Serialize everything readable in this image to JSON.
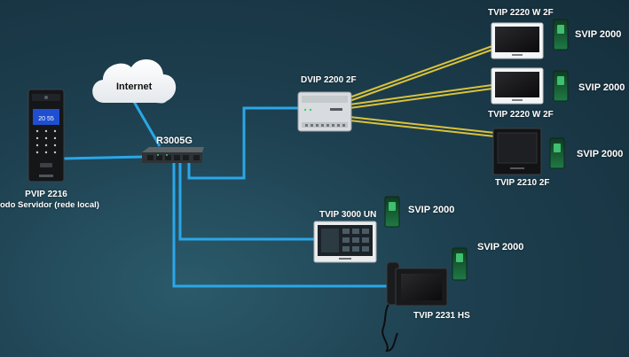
{
  "colors": {
    "ethernet": "#2aa7e8",
    "bus": "#d9c23a",
    "background": "#1d3f4f"
  },
  "internet": {
    "label": "Internet"
  },
  "switch": {
    "label": "R3005G"
  },
  "door_station": {
    "label": "PVIP 2216",
    "sublabel": "Modo Servidor (rede local)",
    "screen_time": "20 55"
  },
  "distributor": {
    "label": "DVIP 2200 2F"
  },
  "monitors": [
    {
      "label": "TVIP 2220 W 2F"
    },
    {
      "label": "TVIP 2220 W 2F"
    },
    {
      "label": "TVIP 2210 2F"
    },
    {
      "label": "TVIP 3000 UN"
    },
    {
      "label": "TVIP 2231 HS"
    }
  ],
  "readers": [
    {
      "label": "SVIP 2000"
    },
    {
      "label": "SVIP 2000"
    },
    {
      "label": "SVIP 2000"
    },
    {
      "label": "SVIP 2000"
    },
    {
      "label": "SVIP 2000"
    }
  ]
}
